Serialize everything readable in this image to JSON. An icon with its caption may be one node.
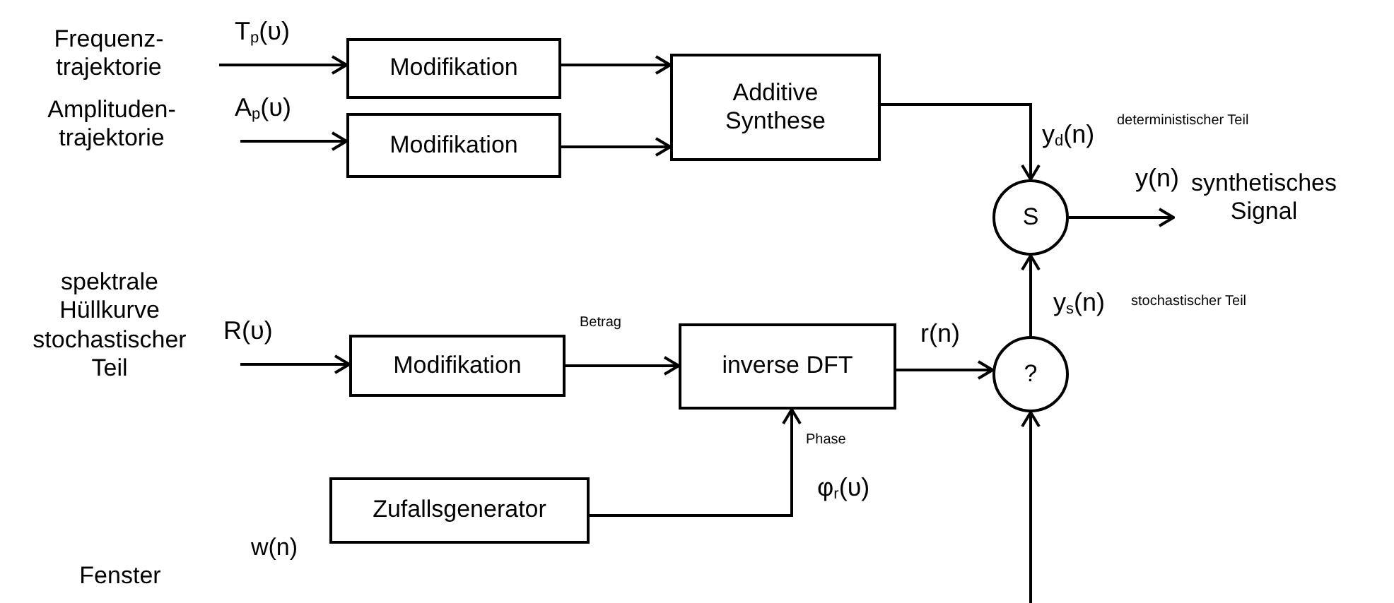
{
  "diagram": {
    "nodes": [
      {
        "text": [
          "Modifikation"
        ]
      },
      {
        "text": [
          "Modifikation"
        ]
      },
      {
        "text": [
          "Additive Synthese"
        ]
      },
      {
        "text": [
          "S"
        ]
      },
      {
        "text": [
          "?"
        ]
      },
      {
        "text": [
          "Modifikation"
        ]
      },
      {
        "text": [
          "inverse DFT"
        ]
      },
      {
        "text": [
          "Zufallsgenerator"
        ]
      },
      {
        "text": [
          "synthetisches Signal"
        ]
      }
    ],
    "edges": [
      {
        "from": null,
        "to": 0,
        "arrow": "to",
        "label": "T$_{p}$(υ)"
      },
      {
        "from": null,
        "to": 1,
        "arrow": "to",
        "label": "A$_{p}$(υ)"
      },
      {
        "from": 0,
        "to": 2,
        "arrow": "to"
      },
      {
        "from": 1,
        "to": 2,
        "arrow": "to"
      },
      {
        "from": 2,
        "to": 3,
        "arrow": "to",
        "label": "y$_{d}$(n)"
      },
      {
        "from": 3,
        "to": 8,
        "arrow": "to",
        "label": "y(n)"
      },
      {
        "from": 4,
        "to": 3,
        "arrow": "to",
        "label": "y$_{s}$(n)"
      },
      {
        "from": null,
        "to": 5,
        "arrow": "to",
        "label": "R(υ)"
      },
      {
        "from": 5,
        "to": 6,
        "arrow": "to",
        "label": "Betrag"
      },
      {
        "from": 6,
        "to": 4,
        "arrow": "to",
        "label": "r(n)"
      },
      {
        "from": 7,
        "to": 6,
        "arrow": "to",
        "label": "φ$_{r}$(υ)"
      },
      {
        "from": null,
        "to": 4,
        "arrow": "to"
      }
    ],
    "labels": [
      "Frequenz- trajektorie",
      "Amplituden- trajektorie",
      "deterministischer Teil",
      "stochastischer Teil",
      "spektrale Hüllkurve stochastischer Teil",
      "Phase",
      "w(n)",
      "Fenster"
    ]
  }
}
